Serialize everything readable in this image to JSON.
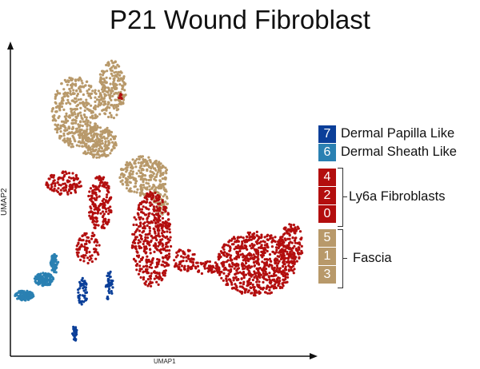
{
  "chart_data": {
    "type": "scatter",
    "title": "P21 Wound Fibroblast",
    "xlabel": "UMAP1",
    "ylabel": "UMAP2",
    "xlim": [
      0,
      100
    ],
    "ylim": [
      0,
      100
    ],
    "grid": false,
    "legend_placement": "right",
    "colors": {
      "7": "#0b3f99",
      "6": "#2a80b2",
      "ly6a": "#b30e0e",
      "fascia": "#b8996a"
    },
    "legend": [
      {
        "clusters": [
          "7"
        ],
        "label": "Dermal Papilla Like",
        "color": "#0b3f99"
      },
      {
        "clusters": [
          "6"
        ],
        "label": "Dermal Sheath Like",
        "color": "#2a80b2"
      },
      {
        "clusters": [
          "4",
          "2",
          "0"
        ],
        "label": "Ly6a Fibroblasts",
        "color": "#b30e0e"
      },
      {
        "clusters": [
          "5",
          "1",
          "3"
        ],
        "label": "Fascia",
        "color": "#b8996a"
      }
    ],
    "series": [
      {
        "name": "Fascia",
        "color": "#b8996a",
        "regions": [
          {
            "cx": 21.5,
            "cy": 79.3,
            "rx": 7.9,
            "ry": 11.7,
            "n": 380
          },
          {
            "cx": 33.2,
            "cy": 86.5,
            "rx": 4.7,
            "ry": 9.5,
            "n": 220
          },
          {
            "cx": 28.5,
            "cy": 69.5,
            "rx": 6.5,
            "ry": 5.2,
            "n": 220
          },
          {
            "cx": 43.7,
            "cy": 58.5,
            "rx": 7.9,
            "ry": 6.5,
            "n": 260
          },
          {
            "cx": 49.0,
            "cy": 50.8,
            "rx": 2.6,
            "ry": 5.2,
            "n": 60
          }
        ]
      },
      {
        "name": "Ly6a Fibroblasts",
        "color": "#b30e0e",
        "regions": [
          {
            "cx": 17.5,
            "cy": 56.0,
            "rx": 5.8,
            "ry": 3.9,
            "n": 110
          },
          {
            "cx": 29.3,
            "cy": 49.5,
            "rx": 3.9,
            "ry": 9.0,
            "n": 180
          },
          {
            "cx": 25.4,
            "cy": 35.2,
            "rx": 3.9,
            "ry": 5.2,
            "n": 80
          },
          {
            "cx": 46.3,
            "cy": 37.8,
            "rx": 6.5,
            "ry": 15.5,
            "n": 460
          },
          {
            "cx": 56.8,
            "cy": 31.3,
            "rx": 3.9,
            "ry": 3.9,
            "n": 60
          },
          {
            "cx": 63.4,
            "cy": 28.8,
            "rx": 6.5,
            "ry": 2.0,
            "n": 50
          },
          {
            "cx": 80.4,
            "cy": 30.0,
            "rx": 13.0,
            "ry": 10.4,
            "n": 700
          },
          {
            "cx": 92.0,
            "cy": 36.5,
            "rx": 3.9,
            "ry": 6.5,
            "n": 120
          },
          {
            "cx": 36.0,
            "cy": 84.0,
            "rx": 0.6,
            "ry": 1.2,
            "n": 6
          }
        ]
      },
      {
        "name": "Dermal Sheath Like",
        "color": "#2a80b2",
        "regions": [
          {
            "cx": 4.5,
            "cy": 19.7,
            "rx": 3.1,
            "ry": 1.6,
            "n": 100
          },
          {
            "cx": 11.0,
            "cy": 24.9,
            "rx": 3.1,
            "ry": 2.1,
            "n": 120
          },
          {
            "cx": 14.4,
            "cy": 30.0,
            "rx": 1.3,
            "ry": 3.1,
            "n": 60
          }
        ]
      },
      {
        "name": "Dermal Papilla Like",
        "color": "#0b3f99",
        "regions": [
          {
            "cx": 23.6,
            "cy": 21.0,
            "rx": 1.6,
            "ry": 4.7,
            "n": 50
          },
          {
            "cx": 21.0,
            "cy": 7.3,
            "rx": 0.8,
            "ry": 2.6,
            "n": 25
          },
          {
            "cx": 32.5,
            "cy": 22.3,
            "rx": 1.3,
            "ry": 5.2,
            "n": 40
          }
        ]
      }
    ]
  }
}
